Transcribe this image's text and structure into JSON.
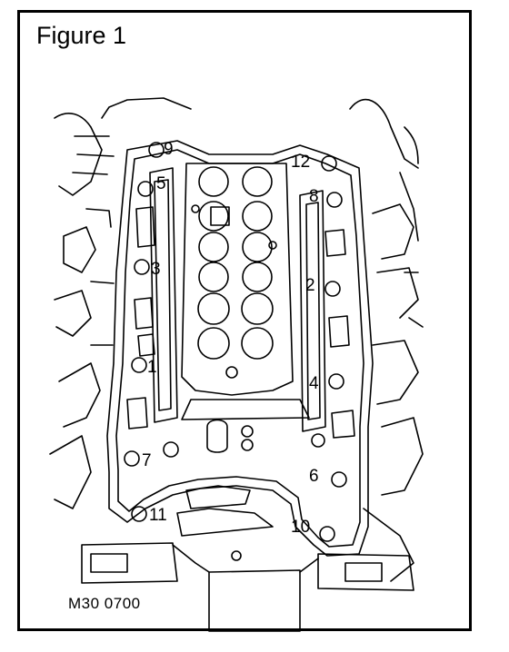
{
  "figure": {
    "title": "Figure 1",
    "reference_code": "M30 0700"
  },
  "bolts": [
    {
      "label": "1"
    },
    {
      "label": "2"
    },
    {
      "label": "3"
    },
    {
      "label": "4"
    },
    {
      "label": "5"
    },
    {
      "label": "6"
    },
    {
      "label": "7"
    },
    {
      "label": "8"
    },
    {
      "label": "9"
    },
    {
      "label": "10"
    },
    {
      "label": "11"
    },
    {
      "label": "12"
    }
  ],
  "colors": {
    "line": "#000000",
    "background": "#ffffff"
  }
}
